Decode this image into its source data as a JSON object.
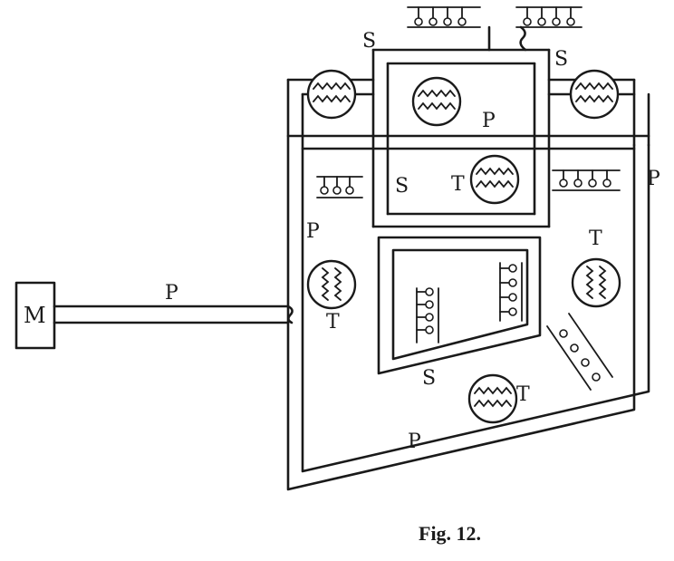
{
  "figure": {
    "caption": "Fig. 12."
  },
  "motor": {
    "label": "M"
  },
  "labels": {
    "P": "P",
    "S": "S",
    "T": "T"
  }
}
